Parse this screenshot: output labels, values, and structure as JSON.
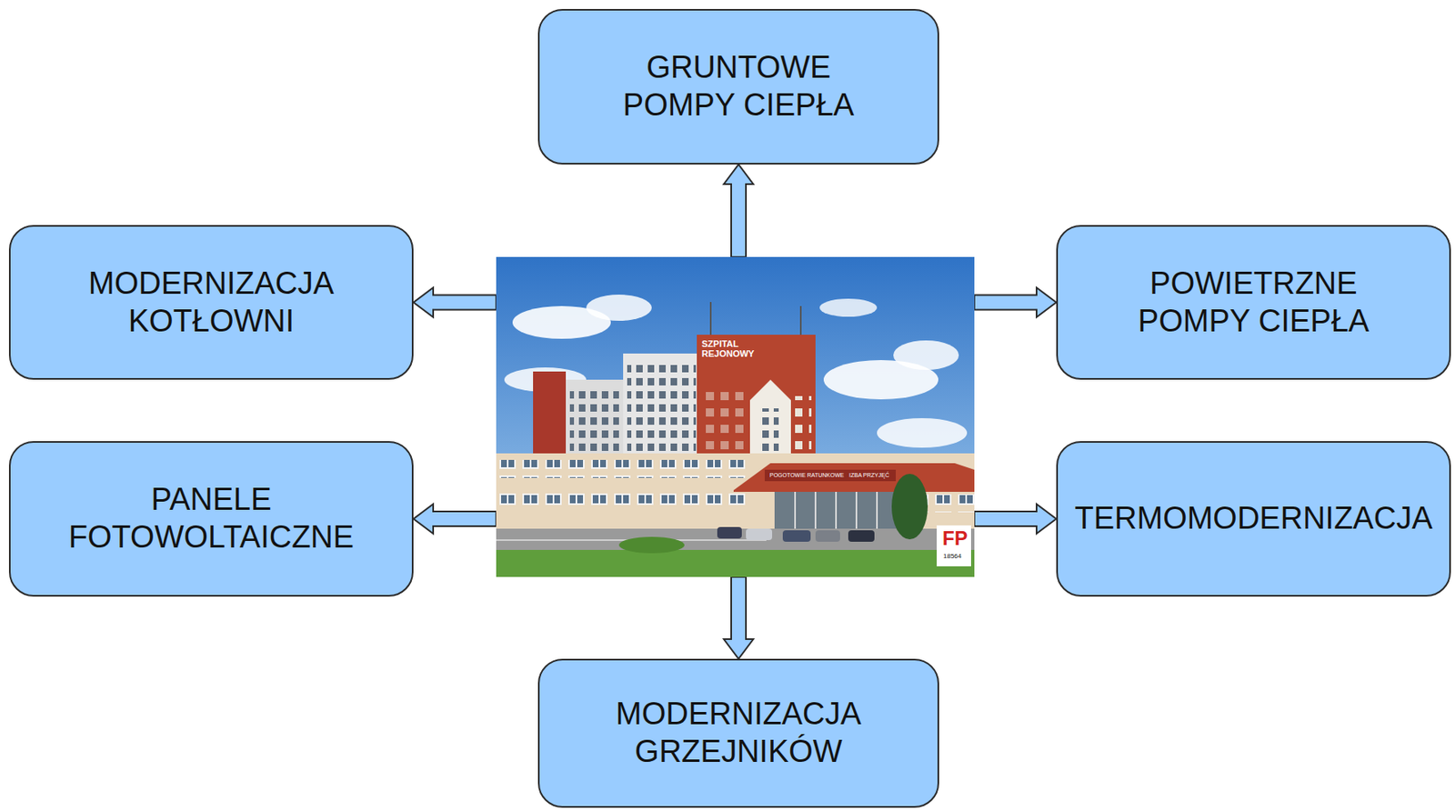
{
  "diagram": {
    "nodes": [
      {
        "text": [
          "GRUNTOWE POMPY CIEPŁA"
        ]
      },
      {
        "text": [
          "MODERNIZACJA KOTŁOWNI"
        ]
      },
      {
        "text": [
          "SZPITAL REJONOWY",
          "POGOTOWIE RATUNKOWE",
          "IZBA PRZYJĘĆ"
        ]
      },
      {
        "text": [
          "POWIETRZNE POMPY CIEPŁA"
        ]
      },
      {
        "text": [
          "PANELE FOTOWOLTAICZNE"
        ]
      },
      {
        "text": [
          "TERMOMODERNIZACJA"
        ]
      },
      {
        "text": [
          "MODERNIZACJA GRZEJNIKÓW"
        ]
      }
    ],
    "edges": [
      {
        "from": 2,
        "to": 0,
        "arrow": "to"
      },
      {
        "from": 2,
        "to": 1,
        "arrow": "to"
      },
      {
        "from": 2,
        "to": 3,
        "arrow": "to"
      },
      {
        "from": 2,
        "to": 4,
        "arrow": "to"
      },
      {
        "from": 2,
        "to": 5,
        "arrow": "to"
      },
      {
        "from": 2,
        "to": 6,
        "arrow": "to"
      }
    ],
    "labels": [
      "FP",
      "18564"
    ]
  }
}
